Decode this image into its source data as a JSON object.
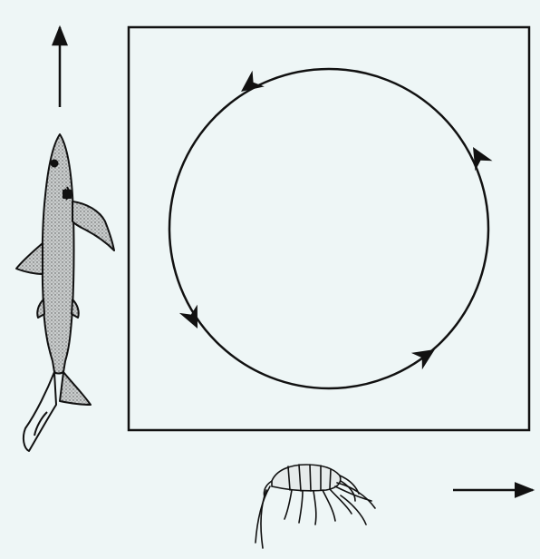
{
  "diagram": {
    "background_color": "#eef6f6",
    "ink_color": "#111111",
    "shark_fill_color": "#bfc4c4",
    "y_axis_icon": "shark",
    "x_axis_icon": "shrimp",
    "cycle_direction": "counterclockwise",
    "cycle_arrow_count": 4
  }
}
